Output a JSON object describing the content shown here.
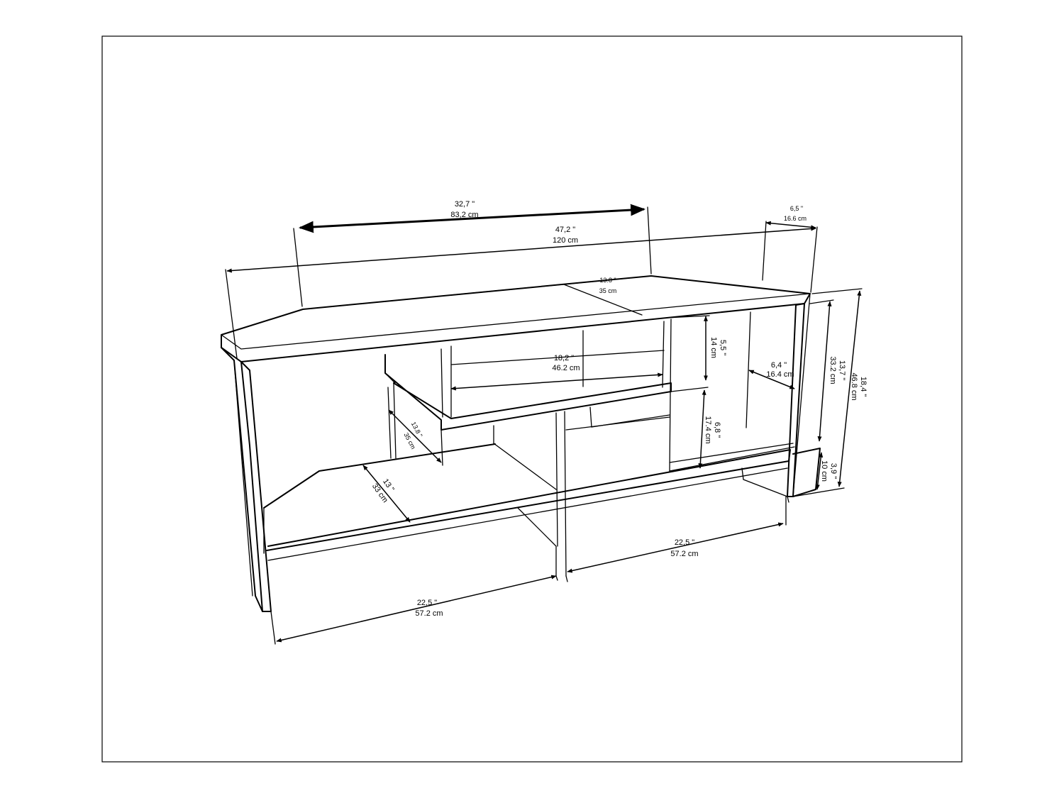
{
  "dimensions": {
    "back_width": {
      "inch": "32,7 \"",
      "cm": "83,2 cm"
    },
    "total_width": {
      "inch": "47,2 \"",
      "cm": "120 cm"
    },
    "side_depth": {
      "inch": "6,5 \"",
      "cm": "16.6 cm"
    },
    "top_depth": {
      "inch": "13.8 \"",
      "cm": "35 cm"
    },
    "upper_shelf_width": {
      "inch": "18,2 \"",
      "cm": "46.2 cm"
    },
    "upper_shelf_height": {
      "inch": "5,5 \"",
      "cm": "14 cm"
    },
    "right_niche_depth": {
      "inch": "6,4 \"",
      "cm": "16.4 cm"
    },
    "body_height": {
      "inch": "13,7 \"",
      "cm": "33.2 cm"
    },
    "total_height": {
      "inch": "18,4 \"",
      "cm": "46.8 cm"
    },
    "middle_height": {
      "inch": "6,8 \"",
      "cm": "17.4 cm"
    },
    "drawer_depth": {
      "inch": "13.8 \"",
      "cm": "35 cm"
    },
    "bottom_depth": {
      "inch": "13 \"",
      "cm": "33 cm"
    },
    "leg_height": {
      "inch": "3,9 \"",
      "cm": "10 cm"
    },
    "right_bay_width": {
      "inch": "22,5 \"",
      "cm": "57.2 cm"
    },
    "left_bay_width": {
      "inch": "22,5 \"",
      "cm": "57.2 cm"
    }
  }
}
